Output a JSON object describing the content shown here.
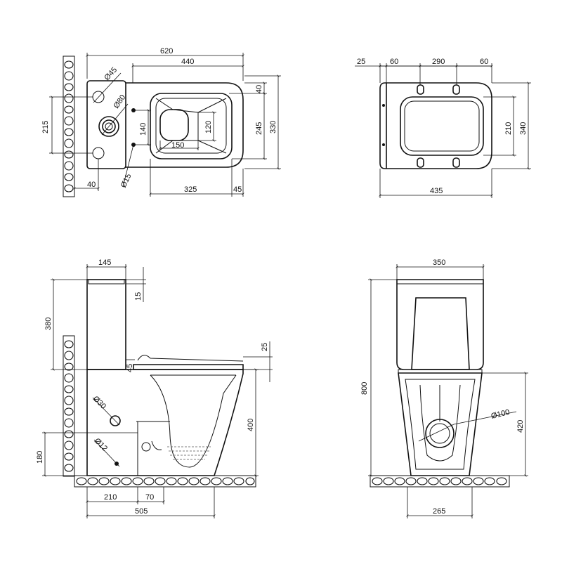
{
  "top_view": {
    "dims": {
      "total_length": "620",
      "bowl_length": "440",
      "pipe_dia_45": "Ø45",
      "pipe_dia_80": "Ø80",
      "bolt_dia_15": "Ø15",
      "hole_spacing": "215",
      "tank_offset": "40",
      "bolt_spacing": "140",
      "bowl_opening_length": "150",
      "bowl_opening_width": "120",
      "rim_offset": "40",
      "bowl_width": "245",
      "total_width": "330",
      "bolt_to_front": "325",
      "front_offset": "45"
    }
  },
  "seat_view": {
    "dims": {
      "hinge_offset": "25",
      "hinge_left": "60",
      "hinge_spacing": "290",
      "hinge_right": "60",
      "opening_width": "210",
      "seat_width": "340",
      "seat_length": "435"
    }
  },
  "side_view": {
    "dims": {
      "tank_depth": "145",
      "lid_height": "15",
      "tank_height": "380",
      "seat_thickness": "25",
      "step": "45",
      "inlet_dia": "Ø30",
      "bowl_height": "400",
      "drain_dia": "Ø12",
      "outlet_height": "180",
      "outlet_offset": "210",
      "outlet_width": "70",
      "total_depth": "505"
    }
  },
  "front_view": {
    "dims": {
      "tank_width": "350",
      "total_height": "800",
      "outlet_dia": "Ø100",
      "pedestal_height": "420",
      "base_width": "265"
    }
  }
}
